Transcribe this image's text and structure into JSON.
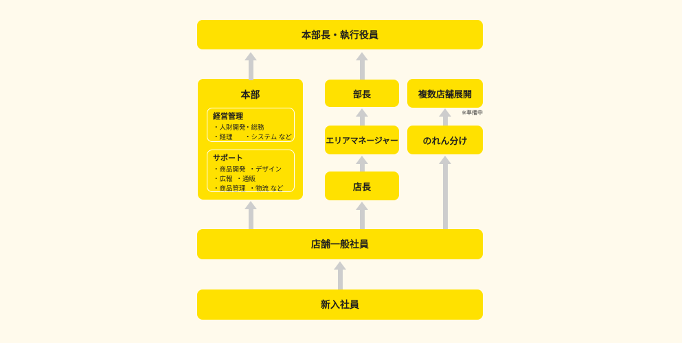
{
  "palette": {
    "background": "#FFFAEC",
    "box_yellow": "#FFE100",
    "arrow_gray": "#CDCDCD",
    "text_dark": "#1E1E1E",
    "subbox_border": "#FFFFFF"
  },
  "diagram": {
    "executive": "本部長・執行役員",
    "headquarters": {
      "label": "本部",
      "sections": [
        {
          "title": "経営管理",
          "rows": [
            [
              "・人財開発",
              "・総務"
            ],
            [
              "・経理",
              "・システム など"
            ]
          ]
        },
        {
          "title": "サポート",
          "rows": [
            [
              "・商品開発",
              "・デザイン"
            ],
            [
              "・広報",
              "・通販"
            ],
            [
              "・商品管理",
              "・物流 など"
            ]
          ]
        }
      ]
    },
    "department_manager": "部長",
    "multi_store": "複数店舗展開",
    "multi_store_note": "※準備中",
    "area_manager": "エリアマネージャー",
    "noren_wake": "のれん分け",
    "store_manager": "店長",
    "general_staff": "店舗一般社員",
    "new_employee": "新入社員"
  }
}
